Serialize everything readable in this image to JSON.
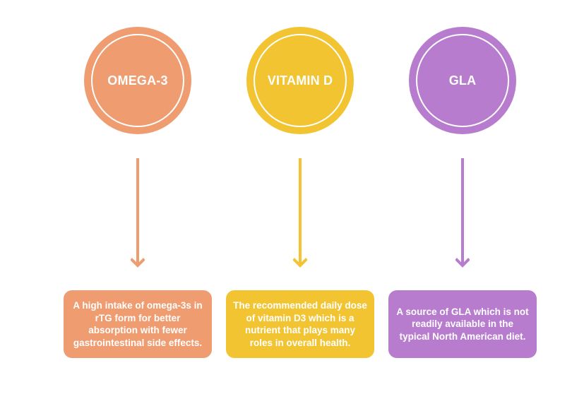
{
  "items": [
    {
      "title": "OMEGA-3",
      "description": "A high intake of omega-3s in rTG form for better absorption with fewer gastrointestinal side effects.",
      "color": "#ef9c70"
    },
    {
      "title": "VITAMIN D",
      "description": "The recommended daily dose of vitamin D3 which is a nutrient that plays many roles in overall health.",
      "color": "#f2c431"
    },
    {
      "title": "GLA",
      "description": "A source of GLA which is not readily available in the typical North American diet.",
      "color": "#b87ccf"
    }
  ]
}
